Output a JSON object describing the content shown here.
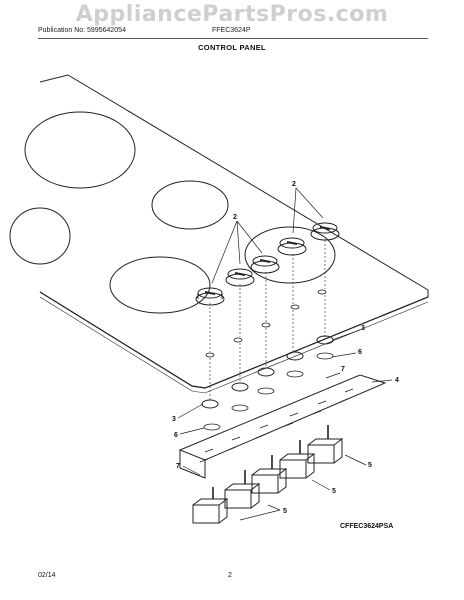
{
  "watermark": "AppliancePartsPros.com",
  "header": {
    "publication": "Publication No: 5995642054",
    "model": "FFEC3624P",
    "section_title": "CONTROL PANEL"
  },
  "callouts": {
    "knob": "2",
    "bezel": "3",
    "spring_clip": "6",
    "bracket": "4",
    "screw": "7",
    "switch": "5"
  },
  "diagram_code": "CFFEC3624PSA",
  "footer": {
    "date": "02/14",
    "page": "2"
  }
}
